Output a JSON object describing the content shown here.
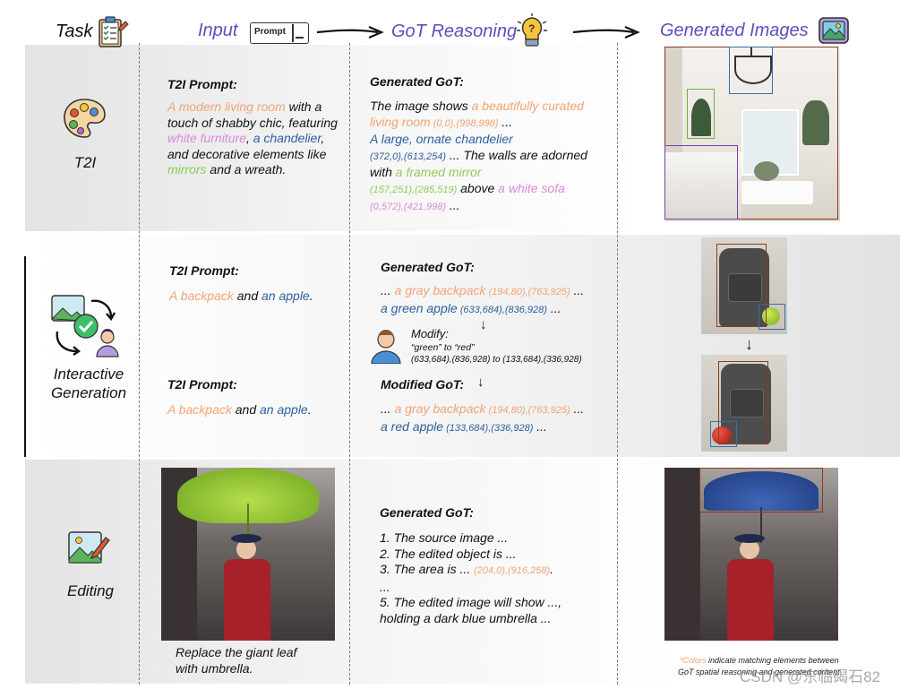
{
  "headers": {
    "task": "Task",
    "input": "Input",
    "prompt_tag": "Prompt",
    "reasoning": "GoT Reasoning",
    "generated": "Generated Images"
  },
  "t2i": {
    "task": "T2I",
    "prompt_title": "T2I Prompt:",
    "prompt": {
      "p1": "A modern living room",
      "p2": " with a touch of shabby chic, featuring ",
      "p3": "white furniture",
      "p4": ", ",
      "p5": "a chandelier",
      "p6": ", and decorative elements like ",
      "p7": "mirrors",
      "p8": " and a wreath."
    },
    "got_title": "Generated GoT:",
    "got": {
      "g1": "The image shows ",
      "g2": "a beautifully curated living room",
      "g3": " (0,0),(998,998)",
      "g4": " ...",
      "g5": "A large, ornate chandelier",
      "g6": "(372,0),(613,254)",
      "g7": " ... The walls are adorned with ",
      "g8": "a framed mirror",
      "g9": "(157,251),(285,519)",
      "g10": " above ",
      "g11": "a white sofa",
      "g12": "(0,572),(421,998)",
      "g13": " ..."
    }
  },
  "interactive": {
    "task_line1": "Interactive",
    "task_line2": "Generation",
    "prompt1_title": "T2I Prompt:",
    "prompt1": {
      "a": "A backpack",
      "b": " and ",
      "c": "an apple",
      "d": "."
    },
    "prompt2_title": "T2I Prompt:",
    "prompt2": {
      "a": "A backpack",
      "b": " and ",
      "c": "an apple",
      "d": "."
    },
    "got_title": "Generated GoT:",
    "got": {
      "a1": "... ",
      "a2": "a gray backpack",
      "a3": " (194,80),(763,925)",
      "a4": " ...",
      "b1": "a green apple",
      "b2": " (633,684),(836,928)",
      "b3": " ..."
    },
    "modify_label": "Modify:",
    "modify_line1": "“green” to “red”",
    "modify_line2": "(633,684),(836,928) to (133,684),(336,928)",
    "modified_title": "Modified GoT:",
    "modified": {
      "a1": "... ",
      "a2": "a gray backpack",
      "a3": " (194,80),(763,925)",
      "a4": " ...",
      "b1": "a red apple",
      "b2": " (133,684),(336,928)",
      "b3": " ..."
    }
  },
  "editing": {
    "task": "Editing",
    "caption_line1": "Replace the giant leaf",
    "caption_line2": "with umbrella.",
    "got_title": "Generated GoT:",
    "l1": "1. The source image ...",
    "l2": "2. The edited object is ...",
    "l3a": "3. The area is ... ",
    "l3b": "(204,0),(916,258)",
    "l3c": ".",
    "l4": "...",
    "l5": "5. The edited image will show ...,",
    "l6": "holding a dark blue umbrella ..."
  },
  "footnote": {
    "colors_word": "*Colors",
    "rest1": " indicate matching elements between",
    "line2": "GoT spatial reasoning and generated content"
  },
  "watermark": "CSDN @东临碣石82",
  "colors": {
    "orange": "#f0a473",
    "blue": "#2b5f9e",
    "pink": "#d98ad6",
    "green": "#8ecb5a",
    "header_purple": "#5b4fbf",
    "box_brown": "#8a3a1e",
    "box_blue": "#2f6fb3",
    "box_green": "#6fb13a",
    "box_purple": "#7a3fa6"
  }
}
